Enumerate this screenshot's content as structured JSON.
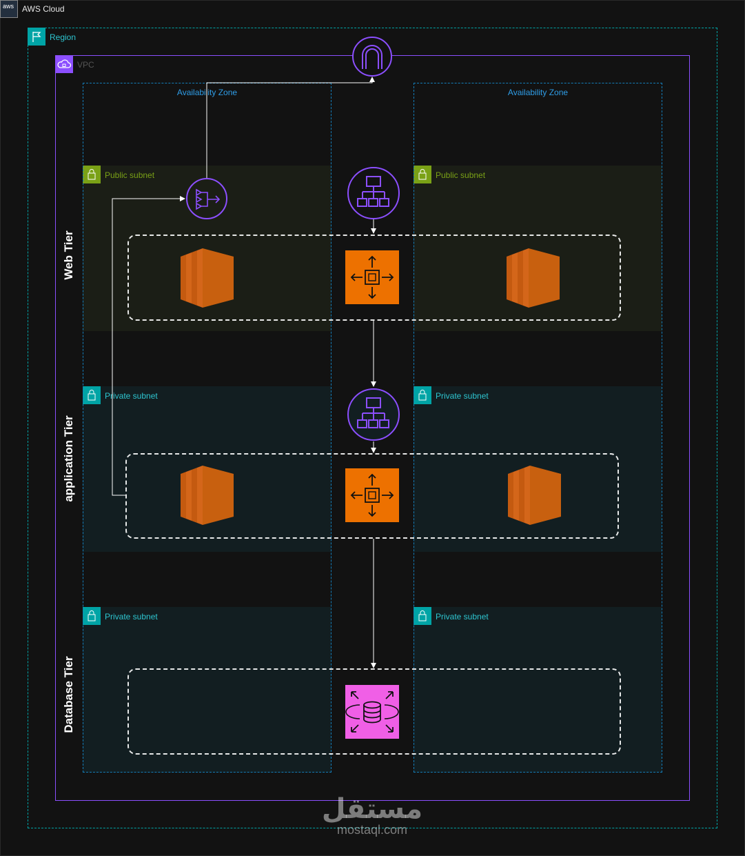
{
  "cloud": {
    "label": "AWS Cloud",
    "icon": "aws"
  },
  "region": {
    "label": "Region"
  },
  "vpc": {
    "label": "VPC"
  },
  "availability_zones": [
    {
      "label": "Availability Zone"
    },
    {
      "label": "Availability Zone"
    }
  ],
  "subnets": {
    "web": [
      {
        "label": "Public subnet"
      },
      {
        "label": "Public subnet"
      }
    ],
    "app": [
      {
        "label": "Private subnet"
      },
      {
        "label": "Private subnet"
      }
    ],
    "db": [
      {
        "label": "Private subnet"
      },
      {
        "label": "Private subnet"
      }
    ]
  },
  "tiers": {
    "web": "Web Tier",
    "app": "application Tier",
    "db": "Database Tier"
  },
  "watermark": {
    "arabic": "مستقل",
    "domain": "mostaql.com"
  },
  "colors": {
    "background": "#121212",
    "region": "#00a4a6",
    "vpc": "#8c4fff",
    "az": "#147eba",
    "public_subnet": "#7aa116",
    "private_subnet": "#00a4a6",
    "ec2": "#ed7100",
    "rds": "#f05fe6",
    "network": "#8c4fff"
  }
}
